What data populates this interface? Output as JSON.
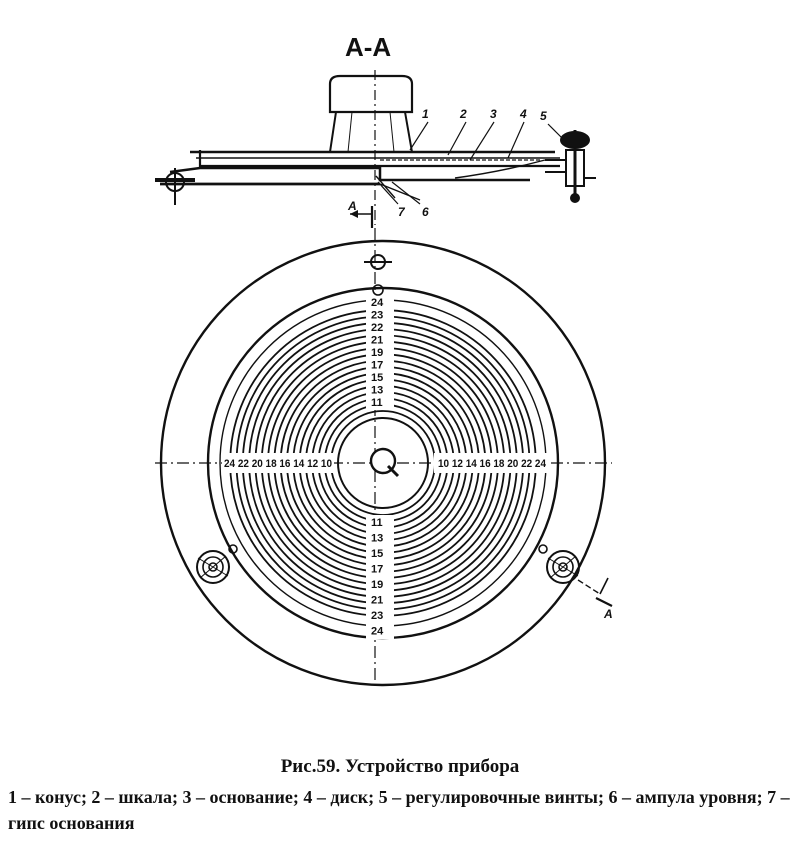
{
  "diagram": {
    "section_title": "А-А",
    "section_marks": {
      "top": "А",
      "bottom": "А"
    },
    "part_labels": [
      "1",
      "2",
      "3",
      "4",
      "5",
      "6",
      "7"
    ],
    "scale_upper": [
      "24",
      "23",
      "22",
      "21",
      "19",
      "17",
      "15",
      "13",
      "11"
    ],
    "scale_lower": [
      "11",
      "13",
      "15",
      "17",
      "19",
      "21",
      "23",
      "24"
    ],
    "scale_left": "24 22 20 18 16 14 12 10",
    "scale_right": "10 12 14 16 18 20 22 24"
  },
  "caption": {
    "title": "Рис.59. Устройство прибора",
    "legend": "1 – конус; 2 – шкала; 3 – основание; 4 – диск; 5 – регулировочные винты; 6 – ампула уровня; 7 – гипс основания"
  }
}
